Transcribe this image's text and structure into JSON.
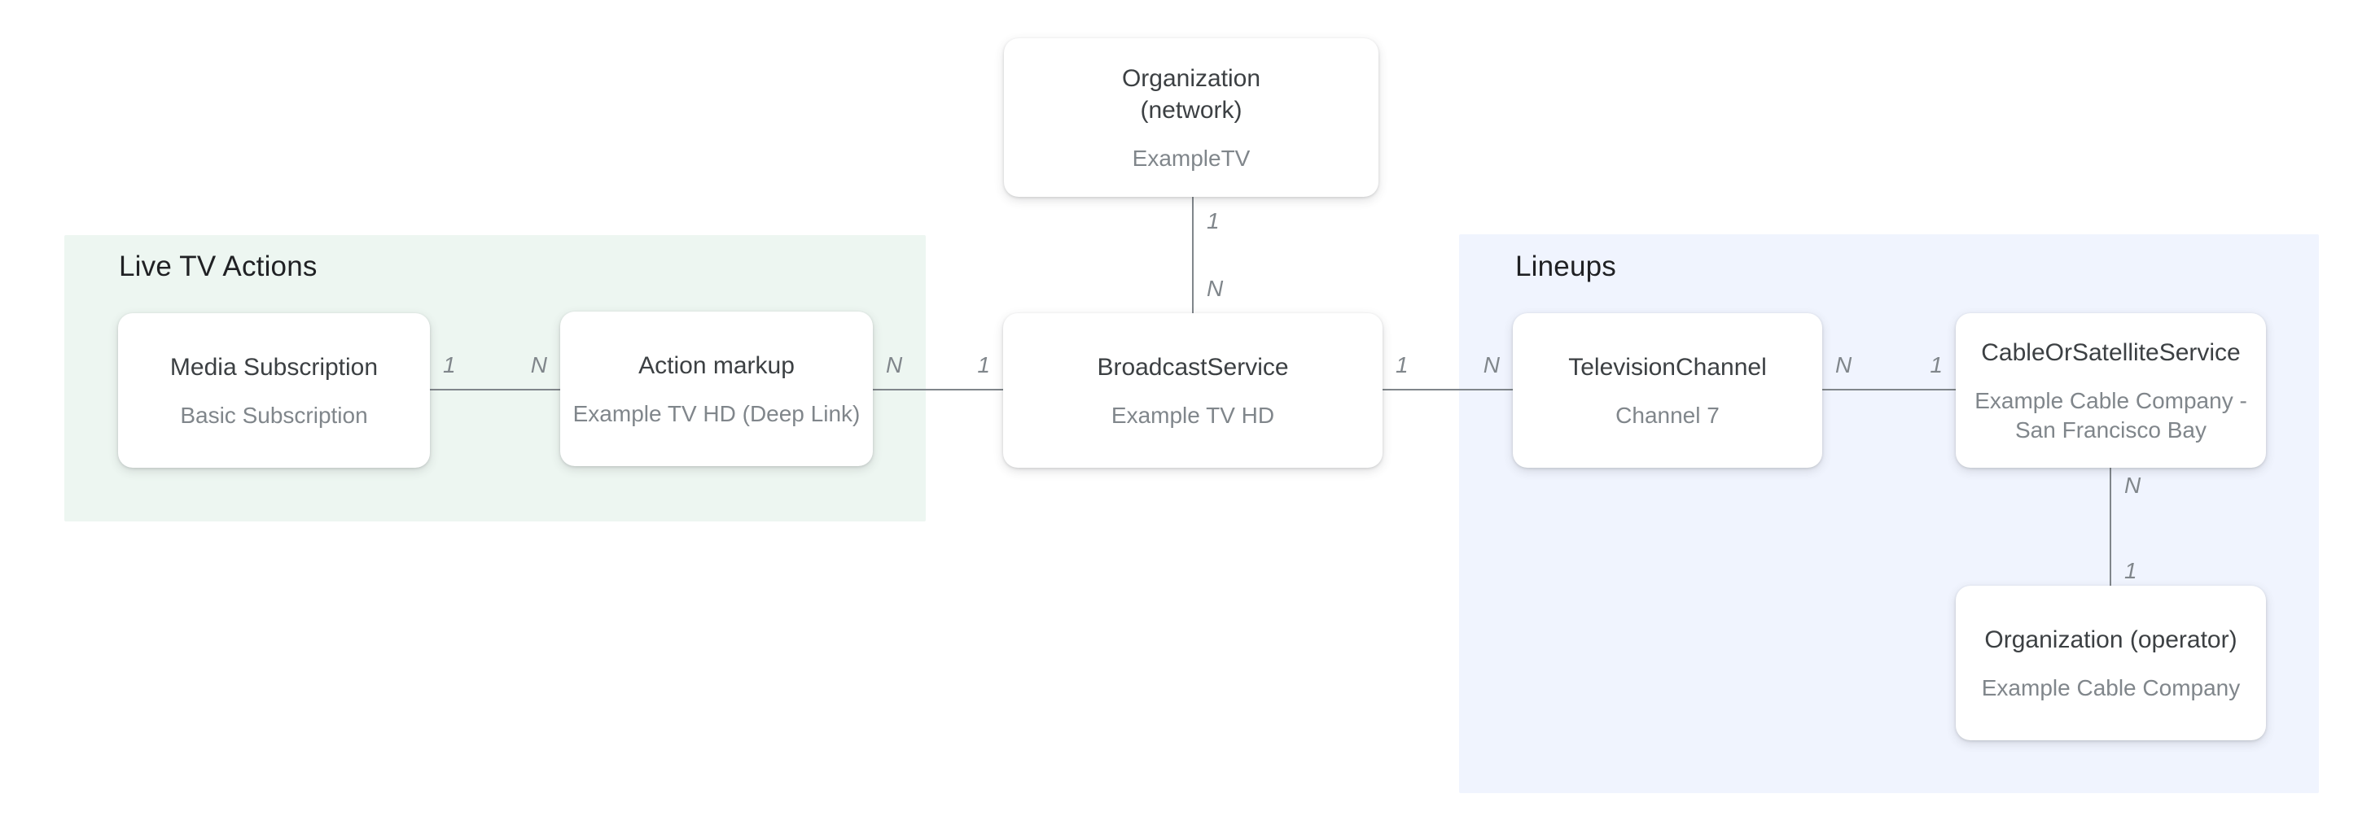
{
  "regions": {
    "live_tv_actions": {
      "label": "Live TV Actions"
    },
    "lineups": {
      "label": "Lineups"
    }
  },
  "nodes": {
    "organization_network": {
      "title": "Organization\n(network)",
      "subtitle": "ExampleTV"
    },
    "media_subscription": {
      "title": "Media Subscription",
      "subtitle": "Basic Subscription"
    },
    "action_markup": {
      "title": "Action markup",
      "subtitle": "Example TV HD (Deep Link)"
    },
    "broadcast_service": {
      "title": "BroadcastService",
      "subtitle": "Example TV HD"
    },
    "television_channel": {
      "title": "TelevisionChannel",
      "subtitle": "Channel 7"
    },
    "cable_or_satellite_service": {
      "title": "CableOrSatelliteService",
      "subtitle": "Example Cable Company -\nSan Francisco Bay"
    },
    "organization_operator": {
      "title": "Organization (operator)",
      "subtitle": "Example Cable Company"
    }
  },
  "edges": {
    "network_to_broadcast": {
      "from_label": "1",
      "to_label": "N"
    },
    "mediasub_to_action": {
      "from_label": "1",
      "to_label": "N"
    },
    "action_to_broadcast": {
      "from_label": "N",
      "to_label": "1"
    },
    "broadcast_to_channel": {
      "from_label": "1",
      "to_label": "N"
    },
    "channel_to_cable": {
      "from_label": "N",
      "to_label": "1"
    },
    "cable_to_operator": {
      "from_label": "N",
      "to_label": "1"
    }
  },
  "colors": {
    "live_tv_region_bg": "#edf6f1",
    "lineups_region_bg": "#f0f4fe",
    "node_title": "#3c4043",
    "node_subtitle": "#80868b",
    "section_header": "#202124",
    "edge_line": "#80868b"
  }
}
